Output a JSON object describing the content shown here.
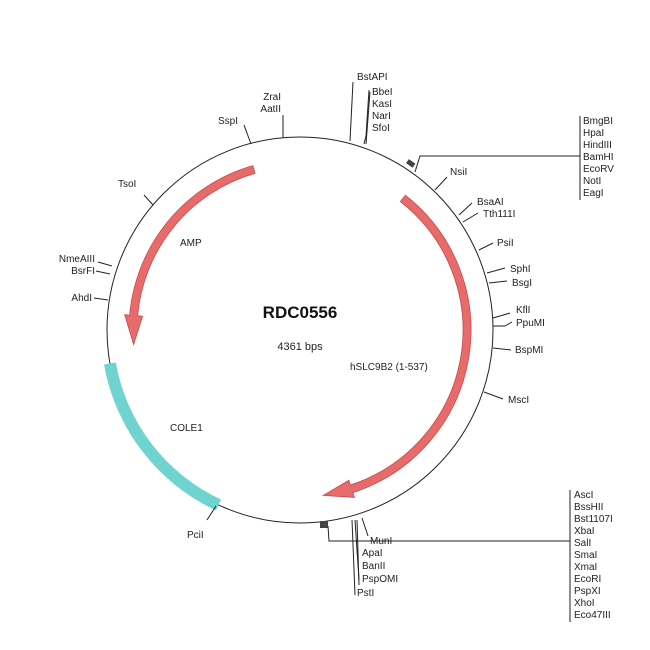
{
  "plasmid": {
    "name": "RDC0556",
    "size": "4361 bps"
  },
  "features": [
    {
      "name": "AMP",
      "color": "#e86b6b"
    },
    {
      "name": "hSLC9B2 (1-537)",
      "color": "#e86b6b"
    },
    {
      "name": "COLE1",
      "color": "#6fd4d0"
    }
  ],
  "sites": {
    "bstapi": "BstAPI",
    "top_cluster": [
      "BbeI",
      "KasI",
      "NarI",
      "SfoI"
    ],
    "zrai": "ZraI",
    "aatii": "AatII",
    "sspi": "SspI",
    "tsoi": "TsoI",
    "nmeaiii": "NmeAIII",
    "bsrfi": "BsrFI",
    "ahdi": "AhdI",
    "pcii": "PciI",
    "mcs1": [
      "BmgBI",
      "HpaI",
      "HindIII",
      "BamHI",
      "EcoRV",
      "NotI",
      "EagI"
    ],
    "nsii": "NsiI",
    "bsaai": "BsaAI",
    "tth111i": "Tth111I",
    "psii": "PsiI",
    "sphi": "SphI",
    "bsgi": "BsgI",
    "kfli": "KflI",
    "ppumi": "PpuMI",
    "bspmi": "BspMI",
    "msci": "MscI",
    "mcs2": [
      "AscI",
      "BssHII",
      "Bst1107I",
      "XbaI",
      "SalI",
      "SmaI",
      "XmaI",
      "EcoRI",
      "PspXI",
      "XhoI",
      "Eco47III"
    ],
    "muni": "MunI",
    "apai": "ApaI",
    "banii": "BanII",
    "pspomi": "PspOMI",
    "psti": "PstI"
  }
}
